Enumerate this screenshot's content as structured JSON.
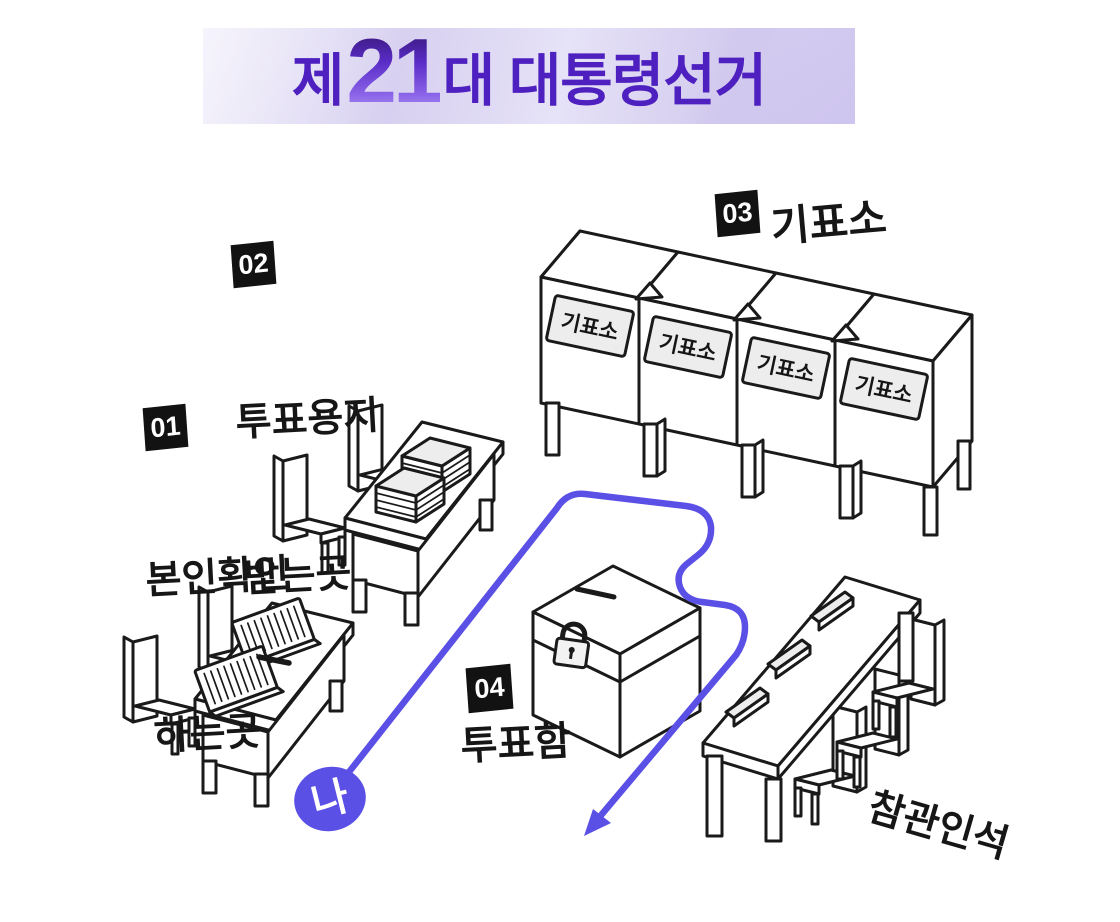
{
  "banner": {
    "prefix": "제",
    "number": "21",
    "suffix": "대 대통령선거"
  },
  "stations": {
    "s1": {
      "num": "01",
      "line1": "본인확인",
      "line2": "하는곳"
    },
    "s2": {
      "num": "02",
      "line1": "투표용지",
      "line2": "받는곳"
    },
    "s3": {
      "num": "03",
      "label": "기표소"
    },
    "s4": {
      "num": "04",
      "label": "투표함"
    }
  },
  "booths": {
    "plate_label": "기표소",
    "count": 4
  },
  "observer": {
    "label": "참관인석"
  },
  "route": {
    "marker": "나"
  },
  "colors": {
    "route_accent": "#5b50e6",
    "badge_bg": "#121212",
    "banner_bg": "#dcd6f3",
    "banner_text": "#4d20bf",
    "ink": "#1a1a1a"
  }
}
